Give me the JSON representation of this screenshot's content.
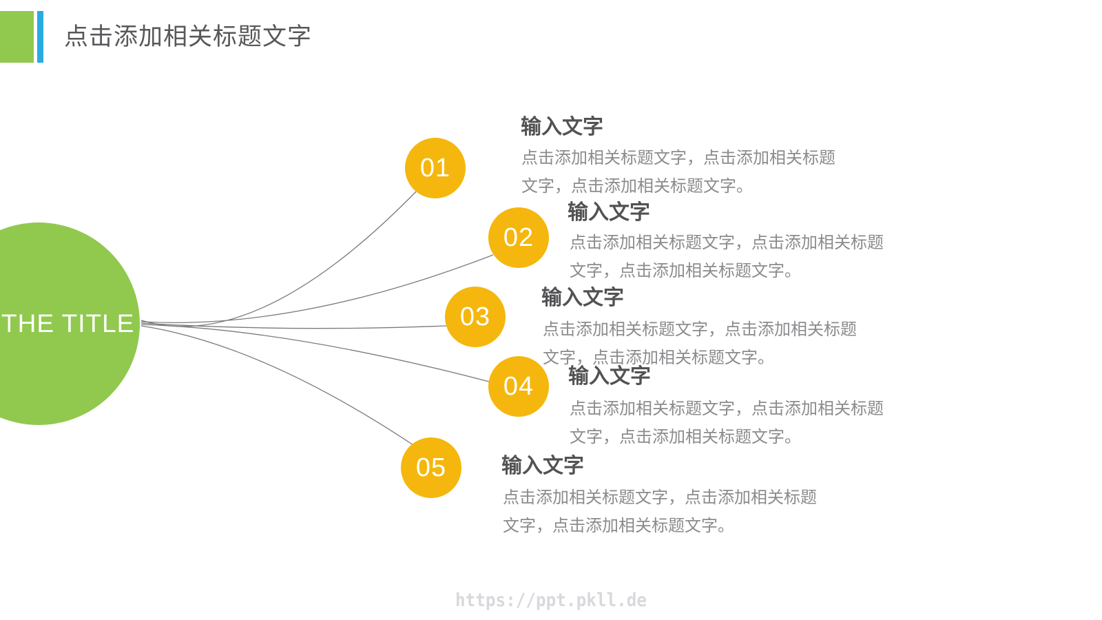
{
  "slide": {
    "header": {
      "title": "点击添加相关标题文字"
    },
    "hub": {
      "label": "THE TITLE"
    },
    "items": [
      {
        "number": "01",
        "heading": "输入文字",
        "body_line1": "点击添加相关标题文字，点击添加相关标题",
        "body_line2": "文字，点击添加相关标题文字。"
      },
      {
        "number": "02",
        "heading": "输入文字",
        "body_line1": "点击添加相关标题文字，点击添加相关标题",
        "body_line2": "文字，点击添加相关标题文字。"
      },
      {
        "number": "03",
        "heading": "输入文字",
        "body_line1": "点击添加相关标题文字，点击添加相关标题",
        "body_line2": "文字，点击添加相关标题文字。"
      },
      {
        "number": "04",
        "heading": "输入文字",
        "body_line1": "点击添加相关标题文字，点击添加相关标题",
        "body_line2": "文字，点击添加相关标题文字。"
      },
      {
        "number": "05",
        "heading": "输入文字",
        "body_line1": "点击添加相关标题文字，点击添加相关标题",
        "body_line2": "文字，点击添加相关标题文字。"
      }
    ],
    "watermark": "https://ppt.pkll.de",
    "colors": {
      "green": "#90C94E",
      "blue": "#29ABE2",
      "yellow": "#F5B70D",
      "heading_text": "#525254",
      "body_text": "#8B8B8E",
      "title_text": "#57585A",
      "line": "#7A7A7A",
      "watermark_text": "#D9D9DD"
    }
  }
}
